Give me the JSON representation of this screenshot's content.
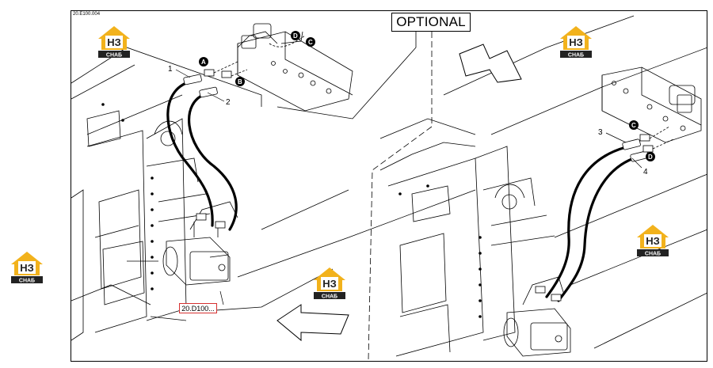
{
  "sheet": {
    "id": "20.E100.004",
    "optional_label": "OPTIONAL",
    "reference_link": "20.D100..."
  },
  "callouts": {
    "n1": "1",
    "n2": "2",
    "n3": "3",
    "n4": "4"
  },
  "port_markers": {
    "a": "A",
    "b": "B",
    "c_left": "C",
    "d_left": "D",
    "c_right": "C",
    "d_right": "D"
  },
  "logo": {
    "brand_text": "СНАБ",
    "house_color": "#f2b21c",
    "dark_color": "#222222"
  },
  "colors": {
    "line": "#000000",
    "reference_border": "#d63030"
  }
}
